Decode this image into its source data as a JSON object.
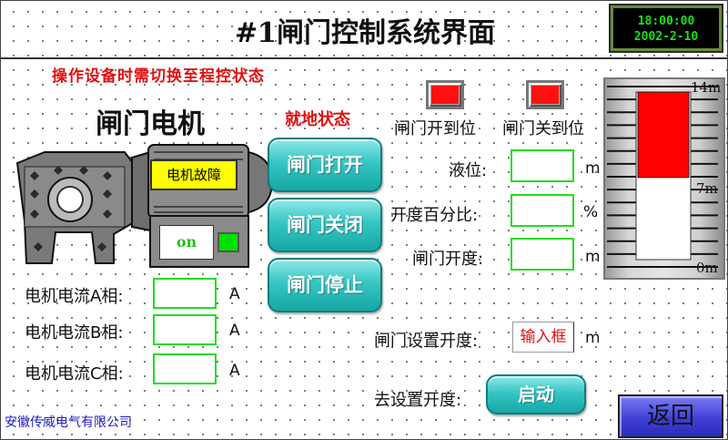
{
  "header": {
    "title": "#1闸门控制系统界面",
    "clock_time": "18:00:00",
    "clock_date": "2002-2-10"
  },
  "warning": "操作设备时需切换至程控状态",
  "motor": {
    "title": "闸门电机",
    "fault_label": "电机故障",
    "on_label": "on"
  },
  "control": {
    "local_state": "就地状态",
    "open_button": "闸门打开",
    "close_button": "闸门关闭",
    "stop_button": "闸门停止"
  },
  "currents": [
    {
      "label": "电机电流A相:",
      "value": "",
      "unit": "A"
    },
    {
      "label": "电机电流B相:",
      "value": "",
      "unit": "A"
    },
    {
      "label": "电机电流C相:",
      "value": "",
      "unit": "A"
    }
  ],
  "indicators": {
    "open_label": "闸门开到位",
    "closed_label": "闸门关到位",
    "color": "#ff1010"
  },
  "readings": [
    {
      "label": "液位:",
      "value": "",
      "unit": "m"
    },
    {
      "label": "开度百分比:",
      "value": "",
      "unit": "%"
    },
    {
      "label": "闸门开度:",
      "value": "",
      "unit": "m"
    }
  ],
  "setpoint": {
    "label": "闸门设置开度:",
    "placeholder": "输入框",
    "unit": "m",
    "go_label": "去设置开度:",
    "start_button": "启动"
  },
  "gauge": {
    "top_label": "14m",
    "mid_label": "7m",
    "bottom_label": "0m",
    "level_fraction_top": 1.0,
    "level_fraction_bottom": 0.49,
    "fill_color": "#ff0000"
  },
  "footer": {
    "company": "安徽传威电气有限公司",
    "back_button": "返回"
  }
}
